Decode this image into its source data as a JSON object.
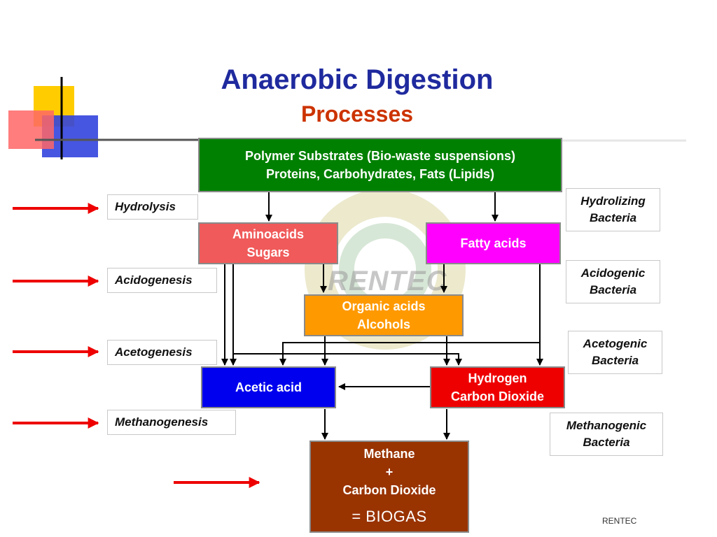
{
  "title": {
    "main": "Anaerobic Digestion",
    "sub": "Processes"
  },
  "boxes": {
    "polymer": {
      "line1": "Polymer Substrates (Bio-waste suspensions)",
      "line2": "Proteins, Carbohydrates, Fats (Lipids)",
      "color": "#008000"
    },
    "amino": {
      "line1": "Aminoacids",
      "line2": "Sugars",
      "color": "#f05a5a"
    },
    "fatty": {
      "line1": "Fatty acids",
      "color": "#ff00ff"
    },
    "organic": {
      "line1": "Organic acids",
      "line2": "Alcohols",
      "color": "#ff9900"
    },
    "acetic": {
      "line1": "Acetic acid",
      "color": "#0000ee"
    },
    "hydrogen": {
      "line1": "Hydrogen",
      "line2": "Carbon Dioxide",
      "color": "#ee0000"
    },
    "methane": {
      "line1": "Methane",
      "line2": "+",
      "line3": "Carbon Dioxide",
      "line4": "= BIOGAS",
      "color": "#993300"
    }
  },
  "stages": [
    "Hydrolysis",
    "Acidogenesis",
    "Acetogenesis",
    "Methanogenesis"
  ],
  "bacteria": [
    {
      "line1": "Hydrolizing",
      "line2": "Bacteria"
    },
    {
      "line1": "Acidogenic",
      "line2": "Bacteria"
    },
    {
      "line1": "Acetogenic",
      "line2": "Bacteria"
    },
    {
      "line1": "Methanogenic",
      "line2": "Bacteria"
    }
  ],
  "watermark": "RENTEC",
  "credit": "RENTEC",
  "colors": {
    "arrow_red": "#ee0000",
    "title_blue": "#1f2a9e",
    "subtitle_orange": "#cc3300"
  }
}
